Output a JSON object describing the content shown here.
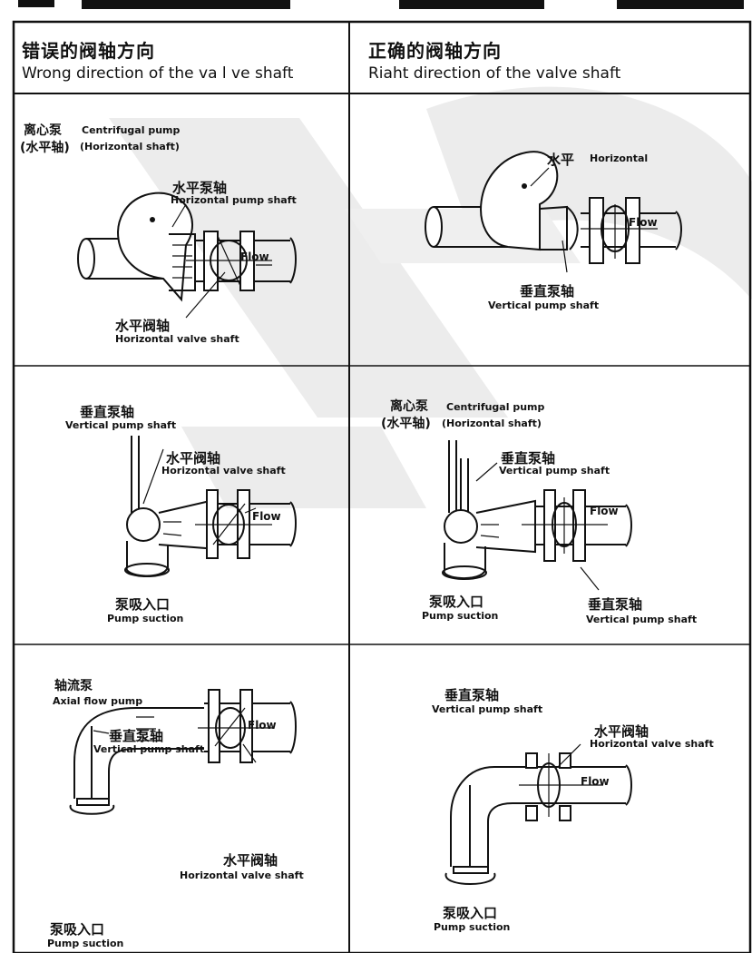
{
  "colors": {
    "ink": "#111111",
    "watermark": "#e6e6e6",
    "background": "#ffffff"
  },
  "headers": {
    "wrong": {
      "zh": "错误的阀轴方向",
      "en": "Wrong direction of the va l ve  shaft"
    },
    "right": {
      "zh": "正确的阀轴方向",
      "en": "Riaht direction of the valve shaft"
    }
  },
  "cells": {
    "r1_wrong": {
      "pump_zh": "离心泵",
      "pump_en": "Centrifugal pump",
      "shaft_zh": "(水平轴)",
      "shaft_en": "(Horizontal shaft)",
      "hps_zh": "水平泵轴",
      "hps_en": "Horizontal pump shaft",
      "flow": "Flow",
      "hvs_zh": "水平阀轴",
      "hvs_en": "Horizontal valve shaft"
    },
    "r1_right": {
      "hor_zh": "水平",
      "hor_en": "Horizontal",
      "flow": "Flow",
      "vps_zh": "垂直泵轴",
      "vps_en": "Vertical pump shaft"
    },
    "r2_wrong": {
      "vps_zh": "垂直泵轴",
      "vps_en": "Vertical pump shaft",
      "hvs_zh": "水平阀轴",
      "hvs_en": "Horizontal valve shaft",
      "flow": "Flow",
      "suction_zh": "泵吸入口",
      "suction_en": "Pump suction"
    },
    "r2_right": {
      "pump_zh": "离心泵",
      "pump_en": "Centrifugal pump",
      "shaft_zh": "(水平轴)",
      "shaft_en": "(Horizontal shaft)",
      "vps_zh": "垂直泵轴",
      "vps_en": "Vertical pump shaft",
      "flow": "Flow",
      "suction_zh": "泵吸入口",
      "suction_en": "Pump suction",
      "vps2_zh": "垂直泵轴",
      "vps2_en": "Vertical pump shaft"
    },
    "r3_wrong": {
      "pump_zh": "轴流泵",
      "pump_en": "Axial flow pump",
      "vps_zh": "垂直泵轴",
      "vps_en": "Vertical pump shaft",
      "flow": "Flow",
      "hvs_zh": "水平阀轴",
      "hvs_en": "Horizontal valve shaft",
      "suction_zh": "泵吸入口",
      "suction_en": "Pump suction"
    },
    "r3_right": {
      "vps_zh": "垂直泵轴",
      "vps_en": "Vertical pump shaft",
      "hvs_zh": "水平阀轴",
      "hvs_en": "Horizontal valve shaft",
      "flow": "Flow",
      "suction_zh": "泵吸入口",
      "suction_en": "Pump suction"
    }
  }
}
